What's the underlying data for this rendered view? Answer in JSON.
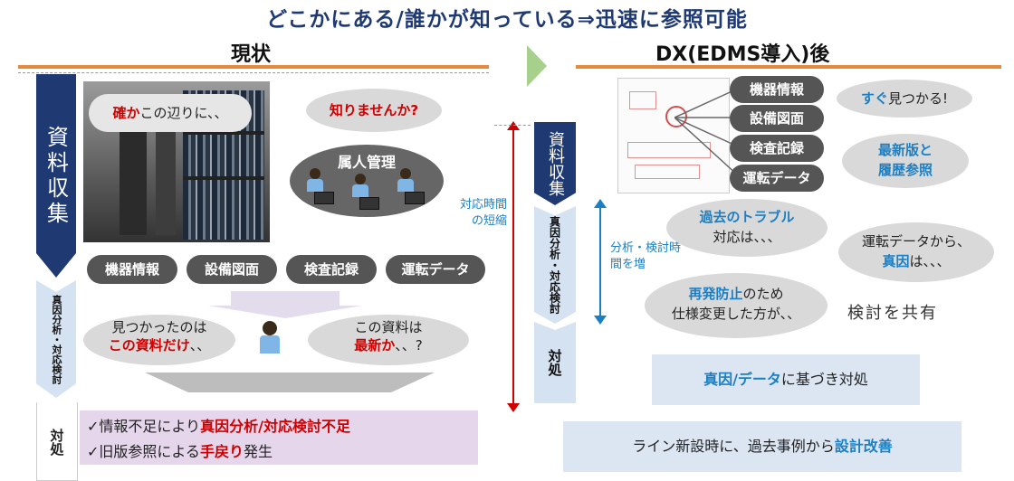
{
  "header": {
    "title": "どこかにある/誰かが知っている⇒迅速に参照可能"
  },
  "left": {
    "title": "現状",
    "stage_collect": "資料収集",
    "stage_analyze": "真因分析・対応検討",
    "stage_act": "対処",
    "bubble_confirm_red": "確か",
    "bubble_confirm_rest": "この辺りに、、",
    "bubble_ask": "知りませんか?",
    "personal_mgmt": "属人管理",
    "categories": [
      "機器情報",
      "設備図面",
      "検査記録",
      "運転データ"
    ],
    "found_line1": "見つかったのは",
    "found_line2": "この資料だけ",
    "found_line2_tail": "、、",
    "latest_line1": "この資料は",
    "latest_line2": "最新か",
    "latest_line2_tail": "、、?",
    "problem1_prefix": "✓情報不足により",
    "problem1_red": "真因分析/対応検討不足",
    "problem2_prefix": "✓旧版参照による",
    "problem2_red": "手戻り",
    "problem2_suffix": "発生"
  },
  "middle": {
    "time_short": "対応時間の短縮",
    "time_more": "分析・検討時間を増",
    "stage_collect": "資料収集",
    "stage_analyze": "真因分析・対応検討",
    "stage_act": "対処"
  },
  "right": {
    "title": "DX(EDMS導入)後",
    "categories": [
      "機器情報",
      "設備図面",
      "検査記録",
      "運転データ"
    ],
    "found_blue": "すぐ",
    "found_rest": "見つかる!",
    "latest_line1": "最新版と",
    "latest_line2": "履歴参照",
    "trouble_blue": "過去のトラブル",
    "trouble_rest": "対応は、、、",
    "ops_line1": "運転データから、",
    "ops_blue": "真因",
    "ops_tail": "は、、、",
    "prevent_blue": "再発防止",
    "prevent_rest": "のため",
    "prevent_line2": "仕様変更した方が、、",
    "share": "検討を共有",
    "act_blue": "真因/データ",
    "act_rest": "に基づき対処",
    "design_prefix": "ライン新設時に、過去事例から",
    "design_blue": "設計改善"
  }
}
